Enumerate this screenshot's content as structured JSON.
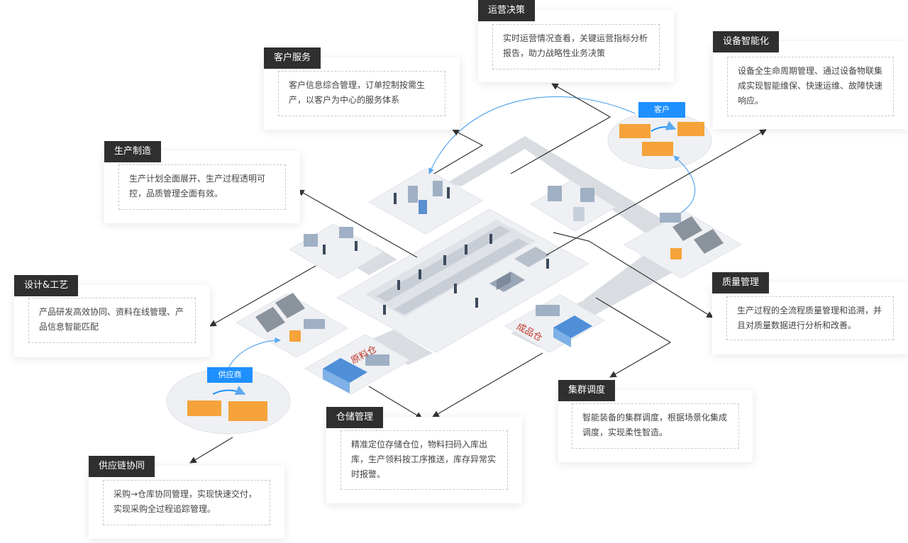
{
  "modules": {
    "ops": {
      "title": "运营决策",
      "text": "实时运营情况查看，关键运营指标分析报告，助力战略性业务决策"
    },
    "customer_service": {
      "title": "客户服务",
      "text": "客户信息综合管理，订单控制按需生产，以客户为中心的服务体系"
    },
    "equipment": {
      "title": "设备智能化",
      "text": "设备全生命周期管理、通过设备物联集成实现智能维保、快速运维、故障快速响应。"
    },
    "production": {
      "title": "生产制造",
      "text": "生产计划全面展开、生产过程透明可控，品质管理全面有效。"
    },
    "design": {
      "title": "设计&工艺",
      "text": "产品研发高效协同、资料在线管理、产品信息智能匹配"
    },
    "quality": {
      "title": "质量管理",
      "text": "生产过程的全流程质量管理和追溯，并且对质量数据进行分析和改善。"
    },
    "cluster": {
      "title": "集群调度",
      "text": "智能装备的集群调度，根据场景化集成调度，实现柔性智造。"
    },
    "warehouse": {
      "title": "仓储管理",
      "text": "精准定位存储仓位，物料扫码入库出库，生产领料按工序推送，库存异常实时报警。"
    },
    "supply_chain": {
      "title": "供应链协同",
      "text": "采购→仓库协同管理，实现快速交付，实现采购全过程追踪管理。"
    }
  },
  "nodes": {
    "customer": "客户",
    "supplier": "供应商",
    "raw_warehouse": "原料仓",
    "finished_warehouse": "成品仓"
  },
  "colors": {
    "tag_bg": "#2f2f2f",
    "accent_blue": "#1e90ff",
    "building_orange": "#f5a33a",
    "platform": "#eef0f3",
    "road": "#d9dde2",
    "warehouse_label": "#c0392b"
  }
}
